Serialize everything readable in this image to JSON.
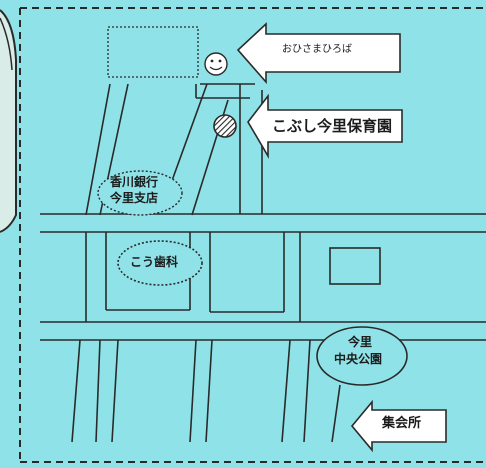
{
  "map": {
    "background_color": "#8fe3e8",
    "line_color": "#2a2a2a",
    "labels": {
      "ohisama_hiroba": "おひさまひろば",
      "nursery": "こぶし今里保育園",
      "bank_line1": "香川銀行",
      "bank_line2": "今里支店",
      "clinic": "こう歯科",
      "park_line1": "今里",
      "park_line2": "中央公園",
      "hall": "集会所"
    },
    "icons": {
      "smiley": "smiley-face-icon",
      "nursery_marker": "hatched-circle-marker-icon"
    }
  }
}
